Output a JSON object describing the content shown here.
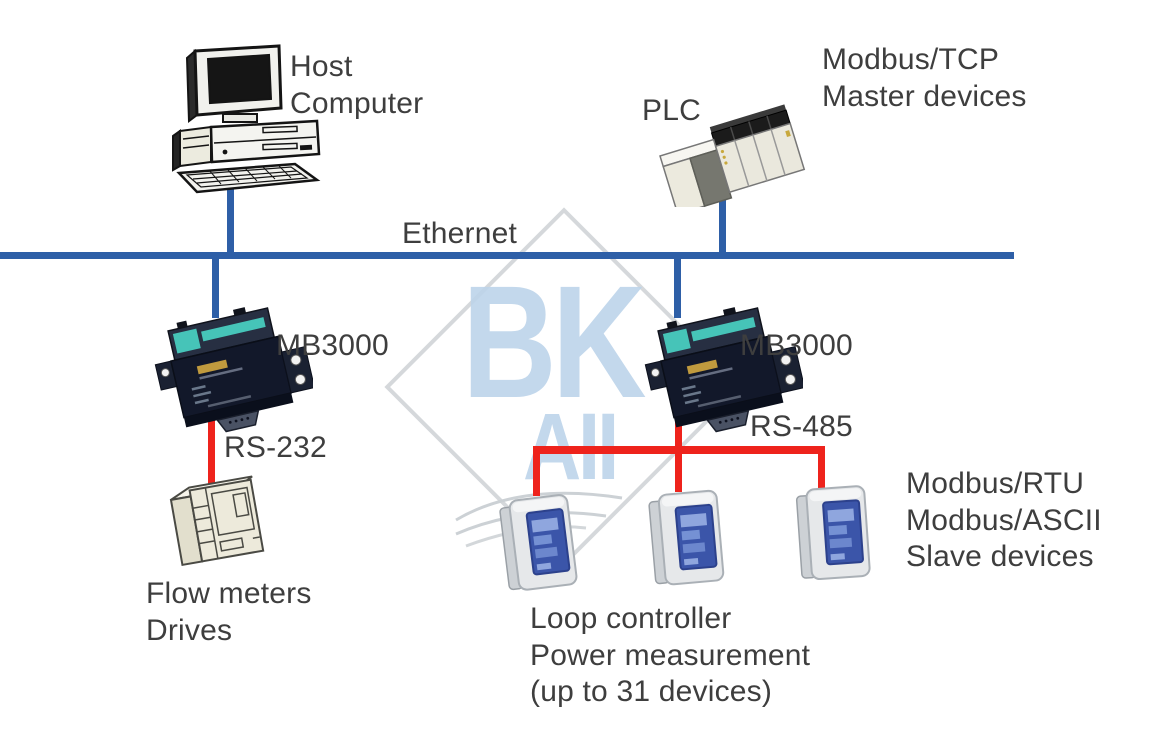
{
  "labels": {
    "host_computer": "Host\nComputer",
    "plc": "PLC",
    "master_devices": "Modbus/TCP\nMaster devices",
    "ethernet": "Ethernet",
    "gateway_left": "MB3000",
    "gateway_right": "MB3000",
    "rs232": "RS-232",
    "rs485": "RS-485",
    "flow_meters": "Flow meters\nDrives",
    "loop_controllers": "Loop controller\nPower measurement\n(up to 31 devices)",
    "slave_devices": "Modbus/RTU\nModbus/ASCII\nSlave devices"
  },
  "watermark": {
    "line1": "BK",
    "line2": "AII"
  },
  "colors": {
    "ethernet_line": "#2e5fa7",
    "serial_line": "#ee231c",
    "text": "#3e3e3e",
    "gateway_accent": "#46c4b8",
    "watermark_text": "#bdd4ea",
    "watermark_outline": "#d5d8db"
  },
  "edges": [
    {
      "from": "Host Computer",
      "to": "Ethernet bus",
      "type": "Ethernet"
    },
    {
      "from": "PLC",
      "to": "Ethernet bus",
      "type": "Ethernet"
    },
    {
      "from": "MB3000 (left)",
      "to": "Ethernet bus",
      "type": "Ethernet"
    },
    {
      "from": "MB3000 (right)",
      "to": "Ethernet bus",
      "type": "Ethernet"
    },
    {
      "from": "MB3000 (left)",
      "to": "Flow meters / Drives",
      "type": "RS-232"
    },
    {
      "from": "MB3000 (right)",
      "to": "Loop controller 1",
      "type": "RS-485"
    },
    {
      "from": "MB3000 (right)",
      "to": "Loop controller 2",
      "type": "RS-485"
    },
    {
      "from": "MB3000 (right)",
      "to": "Loop controller 3",
      "type": "RS-485"
    }
  ]
}
